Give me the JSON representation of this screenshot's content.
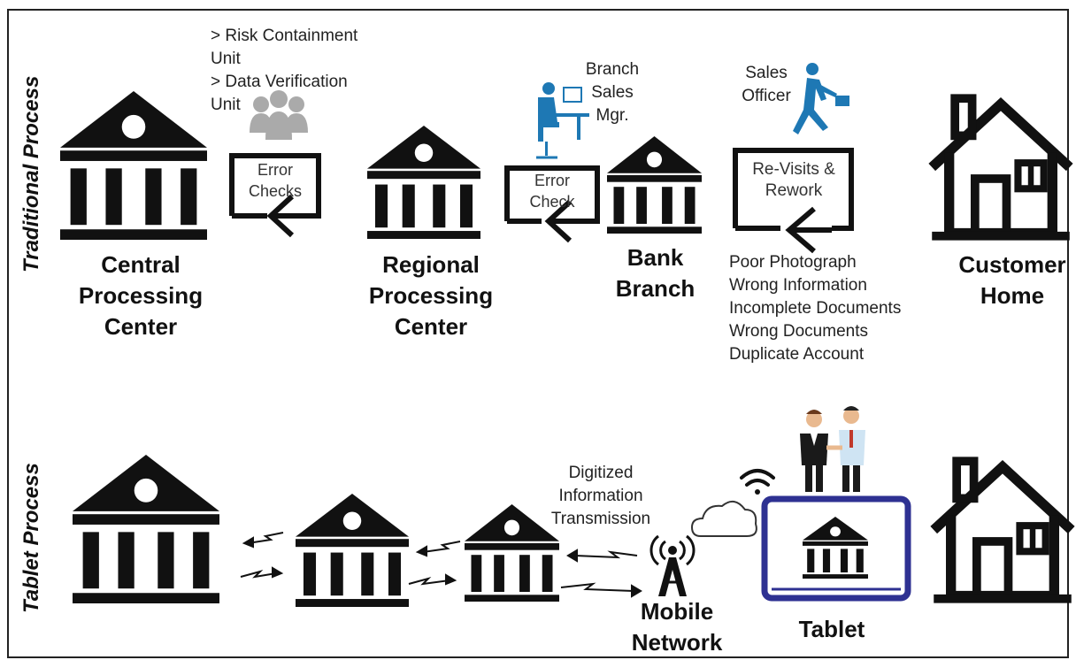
{
  "rows": {
    "traditional": "Traditional Process",
    "tablet": "Tablet Process"
  },
  "traditional": {
    "central_label": [
      "Central",
      "Processing",
      "Center"
    ],
    "regional_label": [
      "Regional",
      "Processing",
      "Center"
    ],
    "branch_label": [
      "Bank",
      "Branch"
    ],
    "home_label": [
      "Customer",
      "Home"
    ],
    "risk_units": [
      "> Risk Containment",
      "Unit",
      "> Data Verification",
      "Unit"
    ],
    "error_checks_box": [
      "Error",
      "Checks"
    ],
    "error_check_box": [
      "Error",
      "Check"
    ],
    "branch_mgr": [
      "Branch",
      "Sales",
      "Mgr."
    ],
    "sales_officer": [
      "Sales",
      "Officer"
    ],
    "revisits_box": [
      "Re-Visits &",
      "Rework"
    ],
    "issues": [
      "Poor Photograph",
      "Wrong Information",
      "Incomplete Documents",
      "Wrong Documents",
      "Duplicate Account"
    ]
  },
  "tablet": {
    "digitized": [
      "Digitized",
      "Information",
      "Transmission"
    ],
    "mobile_network": [
      "Mobile",
      "Network"
    ],
    "tablet_label": "Tablet"
  },
  "colors": {
    "icon": "#111111",
    "person_blue": "#1e78b4",
    "tablet_frame": "#2e3192",
    "gray_icon": "#aaaaaa",
    "box_stroke": "#111111"
  }
}
